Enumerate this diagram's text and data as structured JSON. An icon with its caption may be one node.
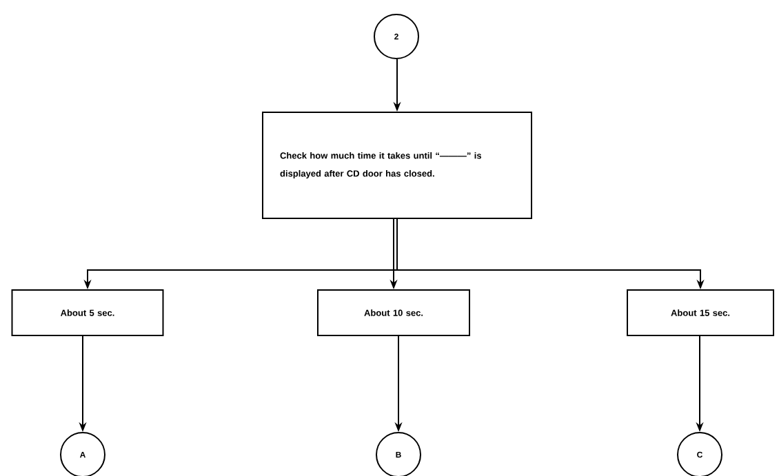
{
  "diagram": {
    "nodes": [
      {
        "text": [
          "2"
        ]
      },
      {
        "text": [
          "Check how much time it takes until “———” is displayed after CD door has closed."
        ]
      },
      {
        "text": [
          "About 5 sec."
        ]
      },
      {
        "text": [
          "About 10 sec."
        ]
      },
      {
        "text": [
          "About 15 sec."
        ]
      },
      {
        "text": [
          "A"
        ]
      },
      {
        "text": [
          "B"
        ]
      },
      {
        "text": [
          "C"
        ]
      }
    ],
    "edges": [
      {
        "from": 0,
        "to": 1,
        "arrow": "to"
      },
      {
        "from": 1,
        "to": 2,
        "arrow": "to"
      },
      {
        "from": 1,
        "to": 3,
        "arrow": "to"
      },
      {
        "from": 1,
        "to": 4,
        "arrow": "to"
      },
      {
        "from": 2,
        "to": 5,
        "arrow": "to"
      },
      {
        "from": 3,
        "to": 6,
        "arrow": "to"
      },
      {
        "from": 4,
        "to": 7,
        "arrow": "to"
      }
    ]
  }
}
